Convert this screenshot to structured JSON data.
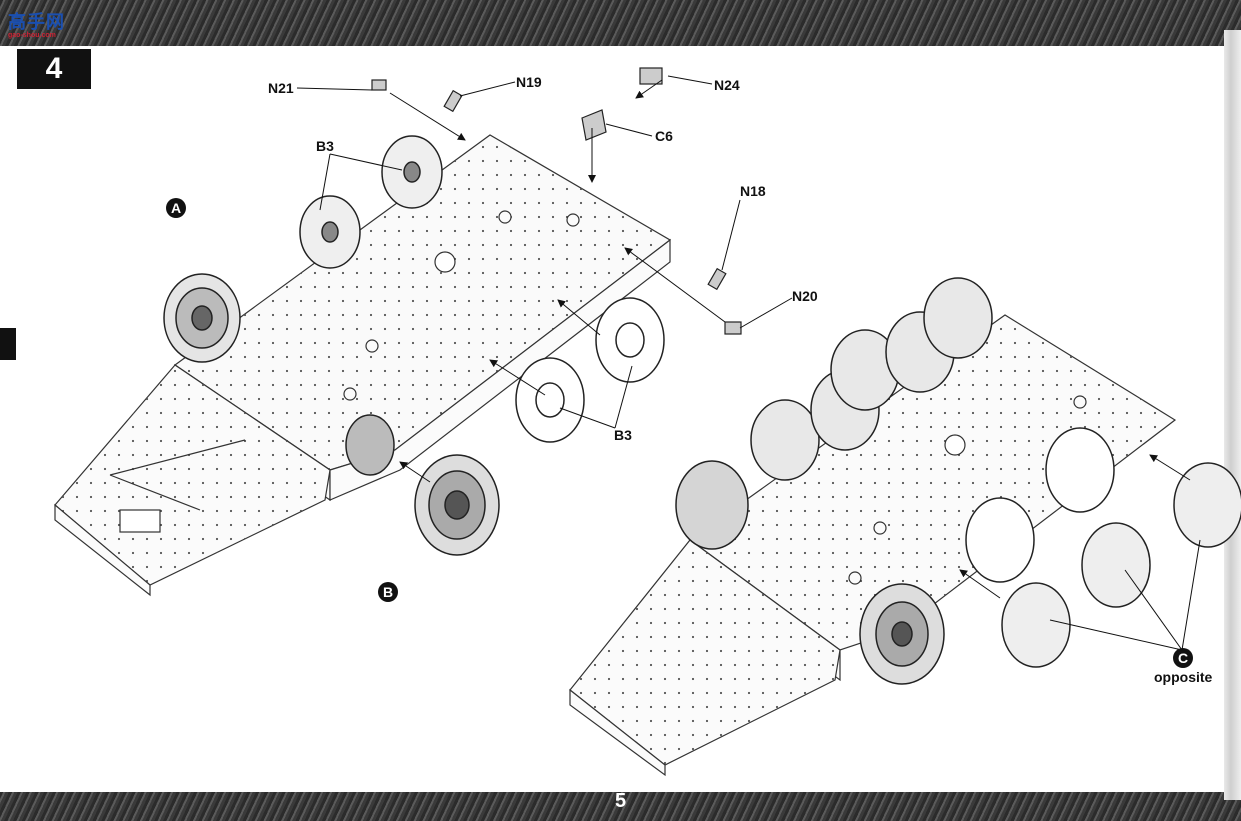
{
  "watermark": {
    "text": "高手网",
    "sub": "gao-shou.com"
  },
  "step": {
    "number": "4"
  },
  "page": {
    "number": "5"
  },
  "labels": {
    "n21": "N21",
    "n19": "N19",
    "n24": "N24",
    "c6": "C6",
    "b3_top": "B3",
    "n18": "N18",
    "n20": "N20",
    "b3_bottom": "B3",
    "opposite": "opposite"
  },
  "callouts": {
    "a": "A",
    "b": "B",
    "c": "C"
  }
}
